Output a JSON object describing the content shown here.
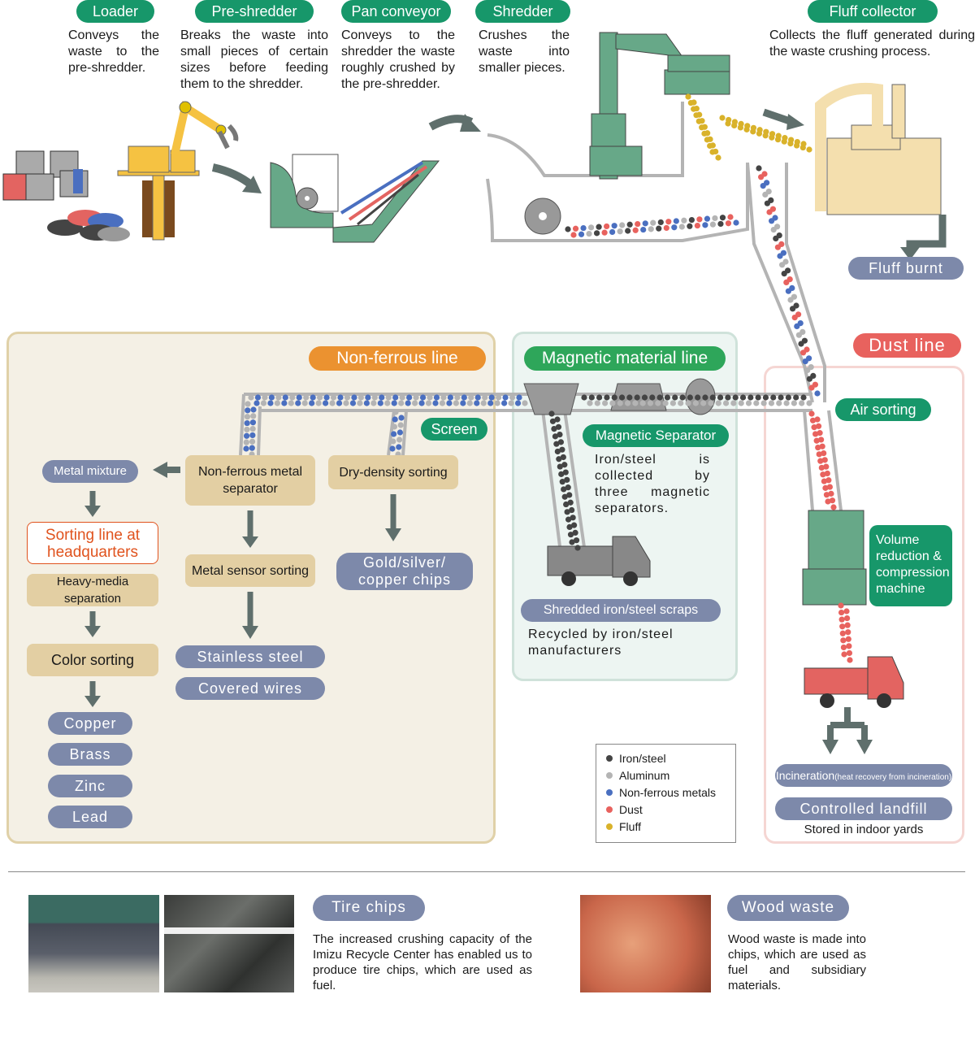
{
  "top_stages": [
    {
      "title": "Loader",
      "desc": "Conveys the waste to the pre-shredder."
    },
    {
      "title": "Pre-shredder",
      "desc": "Breaks the waste into small pieces of certain sizes before feeding them to the shredder."
    },
    {
      "title": "Pan conveyor",
      "desc": "Conveys to the shredder the waste roughly crushed by the pre-shredder."
    },
    {
      "title": "Shredder",
      "desc": "Crushes the waste into smaller pieces."
    },
    {
      "title": "Fluff collector",
      "desc": "Collects the fluff generated during the waste crushing process."
    }
  ],
  "fluff_burnt": "Fluff burnt",
  "non_ferrous": {
    "title": "Non-ferrous line",
    "screen": "Screen",
    "metal_mixture": "Metal mixture",
    "separator": "Non-ferrous metal separator",
    "dry_density": "Dry-density sorting",
    "sorting_hq": "Sorting line at headquarters",
    "heavy_media": "Heavy-media separation",
    "color_sorting": "Color sorting",
    "metal_sensor": "Metal sensor sorting",
    "gold_chips": "Gold/silver/ copper chips",
    "outputs_sensor": [
      "Stainless steel",
      "Covered wires"
    ],
    "outputs_color": [
      "Copper",
      "Brass",
      "Zinc",
      "Lead"
    ]
  },
  "magnetic": {
    "title": "Magnetic material line",
    "separator_label": "Magnetic Separator",
    "separator_desc": "Iron/steel is collected by three magnetic separators.",
    "product": "Shredded iron/steel scraps",
    "product_desc": "Recycled by iron/steel manufacturers"
  },
  "dust": {
    "title": "Dust line",
    "air_sorting": "Air sorting",
    "machine": "Volume reduction & compression machine",
    "incineration": "Incineration",
    "incineration_note": "(heat recovery from incineration)",
    "landfill": "Controlled landfill",
    "landfill_desc": "Stored in indoor yards"
  },
  "legend": [
    {
      "label": "Iron/steel",
      "color": "#444444"
    },
    {
      "label": "Aluminum",
      "color": "#b4b4b4"
    },
    {
      "label": "Non-ferrous metals",
      "color": "#4a6fc0"
    },
    {
      "label": "Dust",
      "color": "#e8625e"
    },
    {
      "label": "Fluff",
      "color": "#d9b22a"
    }
  ],
  "bottom": {
    "tire": {
      "title": "Tire chips",
      "desc": "The increased crushing capacity of the Imizu Recycle Center has enabled us to produce tire chips, which are used as fuel."
    },
    "wood": {
      "title": "Wood waste",
      "desc": "Wood waste is made into chips, which are used as fuel and subsidiary materials."
    }
  },
  "colors": {
    "green": "#17976a",
    "orange": "#eb9230",
    "dust_red": "#e8625e",
    "product_blue": "#7d89aa",
    "tan": "#e3cfa3",
    "machine_green": "#67a888"
  }
}
